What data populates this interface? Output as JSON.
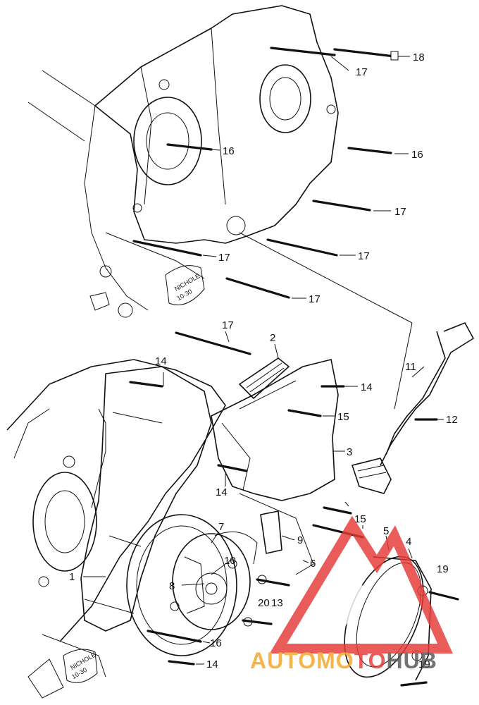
{
  "diagram": {
    "callouts": [
      "18",
      "17",
      "16",
      "16",
      "17",
      "17",
      "17",
      "17",
      "17",
      "2",
      "14",
      "14",
      "15",
      "3",
      "11",
      "12",
      "14",
      "15",
      "5",
      "4",
      "9",
      "7",
      "10",
      "6",
      "1",
      "8",
      "20",
      "13",
      "19",
      "16",
      "14",
      "19"
    ],
    "emboss": {
      "top": [
        "NICHOLE",
        "10-30"
      ],
      "bottom": [
        "NICHOLE",
        "10-30"
      ]
    }
  },
  "watermark": {
    "text_left": "AUTOMO",
    "text_mid": "TO",
    "text_right": "HUB",
    "colors": {
      "triangle": "#e53935",
      "orange": "#f5a623",
      "red": "#e53935",
      "gray": "#555555"
    }
  }
}
